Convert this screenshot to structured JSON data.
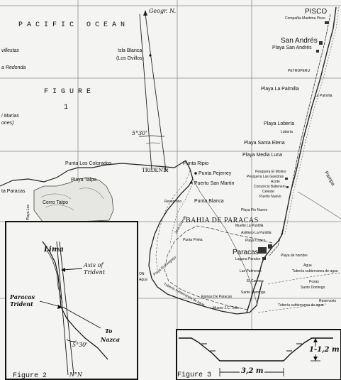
{
  "map": {
    "ocean_label": "PACIFIC OCEAN",
    "figure1_word": "FIGURE",
    "figure1_num": "1",
    "north_label": "Geogr. N.",
    "angle_label": "5°30'",
    "trident_label": "TRIDENT",
    "bay_label": "BAHIA DE PARACAS",
    "places": {
      "pisco": "PISCO",
      "compania": "Compañia Maritima Pisco",
      "san_andres": "San Andrés",
      "playa_san_andres": "Playa San Andrés",
      "petroperu": "PETROPERU",
      "playa_la_palmilla": "Playa La Palmilla",
      "la_palmilla": "La Palmilla",
      "playa_loberia": "Playa Lobería",
      "loberia": "Lobería",
      "playa_santa_elena": "Playa Santa Elena",
      "playa_media_luna": "Playa Media Luna",
      "pesquera_el_molino": "Pesquera El Molino",
      "pesquera_las_gaviotas": "Pesquera Las Gaviotas",
      "azote": "Azote",
      "consorcio": "Consorcio Ballenero",
      "celeste": "Celeste",
      "puerto_nuevo": "Puerto Nuevo",
      "playa_pto_nuevo": "Playa Pto Nuevo",
      "muelle_la_puntilla": "Muelle La Puntilla",
      "astillero": "Astillero La Puntilla",
      "playa_chaco": "Playa Chaco",
      "paracas": "Paracas",
      "laguna_paraiso": "Laguna Paraíso",
      "playa_hombre": "Playa de hombre",
      "las_palmeras": "Las Palmeras",
      "el_carmen": "El Carmen",
      "santo_domingo": "Santo Domingo",
      "pozas": "Pozas",
      "agua": "Agua",
      "tuberia1": "Tubería subterranea de agua",
      "tuberia2": "Tubería subterranea de agua",
      "tuberia3": "Tubería subterranea de agua",
      "reservorio_se": "Reservorio",
      "ruinas": "Ruinas De Paracas",
      "museo": "Museo J.C. Tello",
      "isla_blanca": "Isla Blanca",
      "los_ovillos": "(Los Ovillos)",
      "punta_los_colorados": "Punta Los Colorados",
      "playa_talpo": "Playa Talpo",
      "cerro_talpo": "Cerro Talpo",
      "punta_ripio": "Punta Ripio",
      "punta_pejerrey": "Punta Pejerrey",
      "puerto_san_martin": "Puerto San Martin",
      "punta_blanca": "Punta Blanca",
      "reservorio": "Reservorio",
      "punta_prieta": "Punta Prieta",
      "jaca_grande": "Jaca Grande",
      "el_cangrejo": "Playa El Cangrejo",
      "pampa": "Pampa",
      "edge_villestas": "villestas",
      "edge_redonda": "a Redonda",
      "edge_marias": "i Marías",
      "edge_ones": "ones)",
      "edge_paracas": "ta Paracas",
      "edge_playa_los": "Playa Los",
      "edge_on": "ON",
      "edge_agua": "Agua"
    }
  },
  "figure2": {
    "caption": "Figure 2",
    "lima": "Lima",
    "axis_line1": "Axis of",
    "axis_line2": "Trident",
    "paracas_line1": "Paracas",
    "paracas_line2": "Trident",
    "to_line1": "To",
    "to_line2": "Nazca",
    "angle": "5°30'",
    "north": "N°N"
  },
  "figure3": {
    "caption": "Figure 3",
    "depth": "1-1,2 m",
    "width": "3,2 m"
  }
}
